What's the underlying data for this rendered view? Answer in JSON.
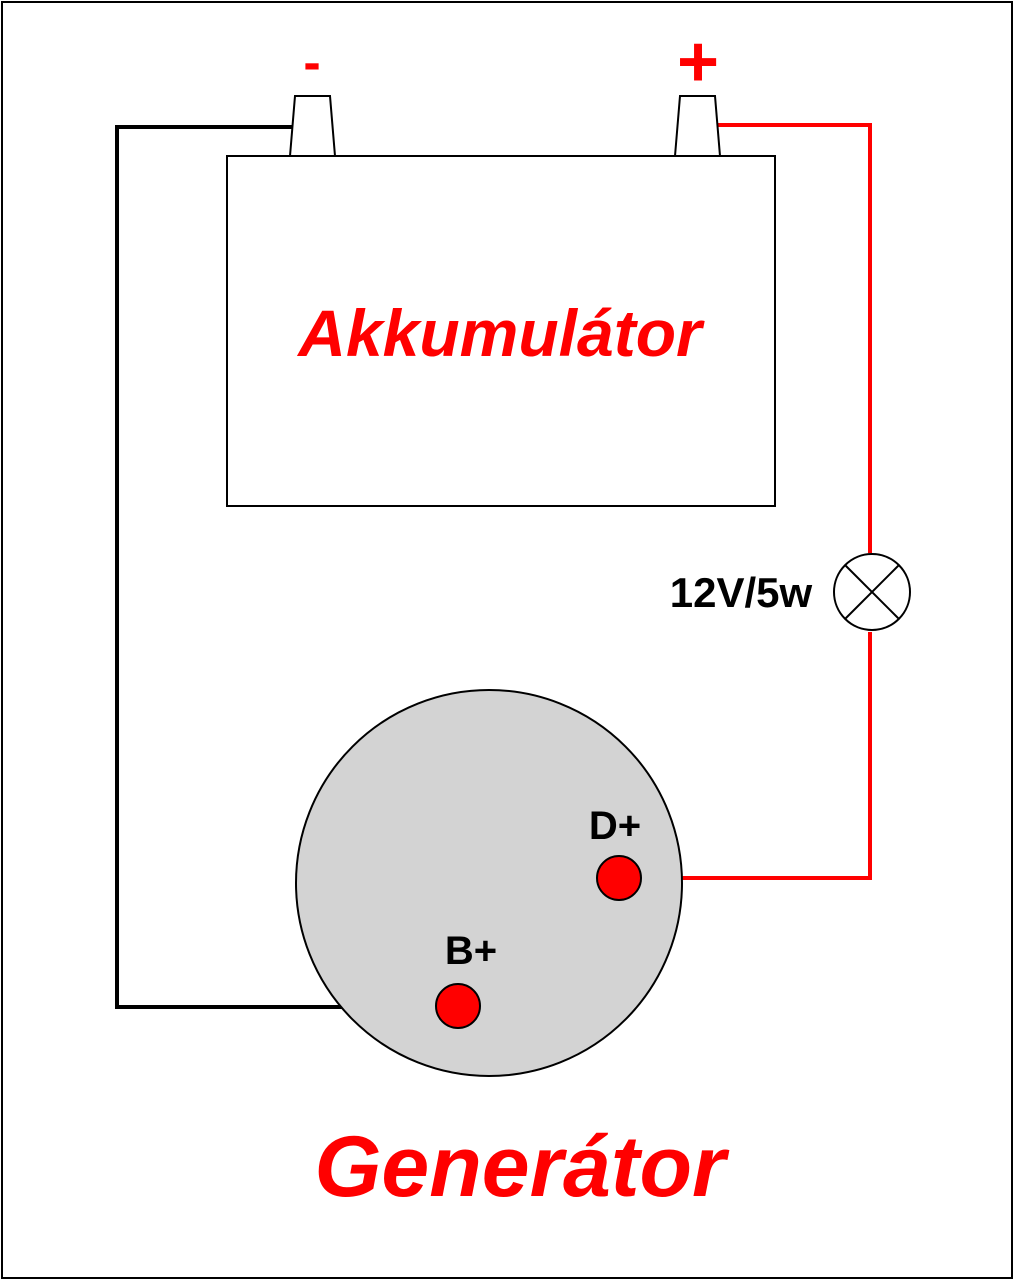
{
  "battery": {
    "label": "Akkumulátor",
    "neg_symbol": "-",
    "pos_symbol": "+"
  },
  "lamp": {
    "label": "12V/5w"
  },
  "generator": {
    "label": "Generátor",
    "d_plus": "D+",
    "b_plus": "B+"
  },
  "colors": {
    "positive_wire": "#ff0000",
    "negative_wire": "#000000",
    "label_red": "#ff0000",
    "terminal": "#ff0000",
    "generator_body": "#d3d3d3"
  }
}
